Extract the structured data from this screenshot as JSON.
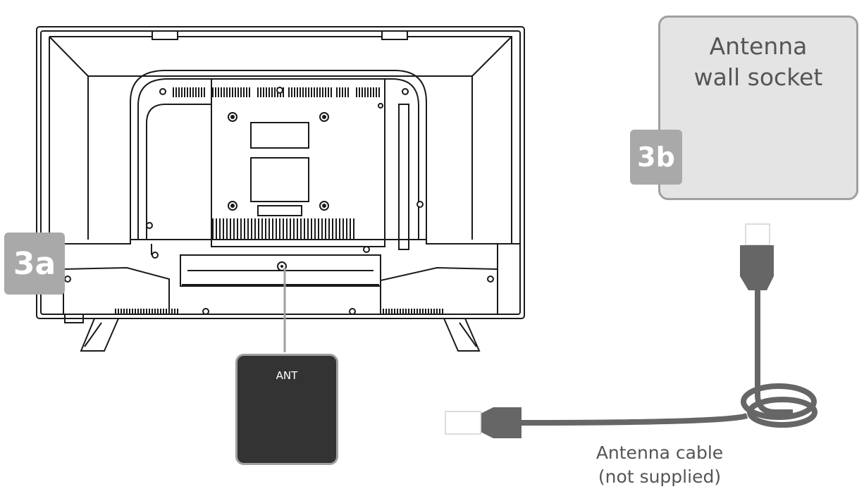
{
  "badges": {
    "step_3a": "3a",
    "step_3b": "3b"
  },
  "wall_socket": {
    "line1": "Antenna",
    "line2": "wall socket"
  },
  "ant_port": {
    "label": "ANT"
  },
  "cable": {
    "line1": "Antenna cable",
    "line2": "(not supplied)"
  },
  "colors": {
    "badge": "#a9a9a9",
    "panel_gray": "#e4e4e4",
    "cable_gray": "#666666",
    "port_dark": "#333333",
    "line": "#1a1a1a"
  }
}
